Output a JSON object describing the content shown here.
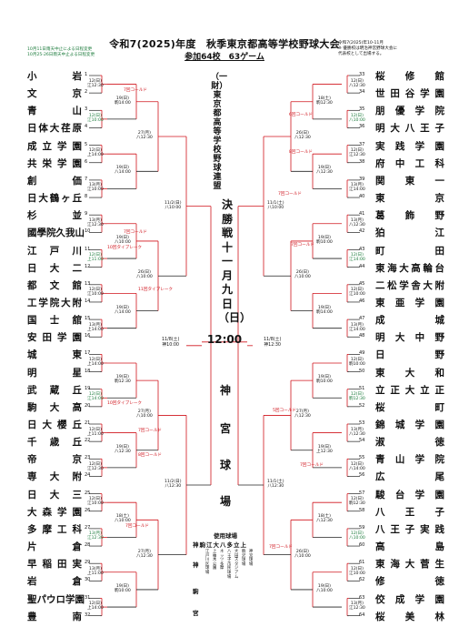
{
  "header": {
    "title": "令和7(2025)年度　秋季東京都高等学校野球大会",
    "subtitle": "参加64校　63ゲーム",
    "note_left": [
      "10月11日雨天中止による日程変更",
      "10月25-26日雨天中止よる日程変更"
    ],
    "note_right": [
      "令和7(2025)年10-11月",
      "※ 優勝校は明治神宮野球大会に",
      "代表校として出場する。"
    ]
  },
  "left_teams": [
    "小　岩",
    "文　京",
    "青　山",
    "日体大荏原",
    "成立学園",
    "共栄学園",
    "創　価",
    "日大鶴ヶ丘",
    "杉　並",
    "國學院久我山",
    "江　戸　川",
    "日　大　二",
    "都文館",
    "工学院大附",
    "国　士　舘",
    "安田学園",
    "城　東",
    "明　星",
    "武　蔵　丘",
    "駒　大　高",
    "日大櫻丘",
    "千　歳　丘",
    "帝　京",
    "専　大　附",
    "日　大　三",
    "大森学園",
    "多摩工科",
    "片　倉",
    "早稲田実",
    "岩　倉",
    "聖パウロ学園",
    "豊　南"
  ],
  "left_nums": [
    "1",
    "2",
    "3",
    "4",
    "5",
    "6",
    "7",
    "8",
    "9",
    "10",
    "11",
    "12",
    "13",
    "14",
    "15",
    "16",
    "17",
    "18",
    "19",
    "20",
    "21",
    "22",
    "23",
    "24",
    "25",
    "26",
    "27",
    "28",
    "29",
    "30",
    "31",
    "32"
  ],
  "right_teams": [
    "桜　修　館",
    "世田谷学園",
    "朋優学院",
    "明大八王子",
    "実践学園",
    "府中工科",
    "関東一",
    "東　京",
    "葛　飾　野",
    "狛　江",
    "町　田",
    "東海大高輪台",
    "二松学舎大附",
    "東亜学園",
    "成　城",
    "明大中野",
    "日　野",
    "東　大　和",
    "立正大立正",
    "桜　町",
    "錦城学園",
    "淑　徳",
    "青山学院",
    "広　尾",
    "駿台学園",
    "八　王　子",
    "八王子実践",
    "高　島",
    "東海大菅生",
    "修　徳",
    "佼成学園",
    "桜　美　林"
  ],
  "right_nums": [
    "33",
    "34",
    "35",
    "36",
    "37",
    "38",
    "39",
    "40",
    "41",
    "42",
    "43",
    "44",
    "45",
    "46",
    "47",
    "48",
    "49",
    "50",
    "51",
    "52",
    "53",
    "54",
    "55",
    "56",
    "57",
    "58",
    "59",
    "60",
    "61",
    "62",
    "63",
    "64"
  ],
  "organizer": "（一財）東京都高等学校野球連盟",
  "final": {
    "label": "決勝戦十一月九日（日）",
    "time": "12:00",
    "venue": [
      "神",
      "宮",
      "球",
      "場"
    ],
    "left_semi": [
      "11/8(土)",
      "神10:00"
    ],
    "right_semi": [
      "11/8(土)",
      "神12:30"
    ]
  },
  "left_r1": [
    [
      "12(日)",
      "江12:30"
    ],
    [
      "12(日)",
      "江10:00"
    ],
    [
      "12(日)",
      "上14:00"
    ],
    [
      "13(月)",
      "江10:00"
    ],
    [
      "13(月)",
      "江12:30"
    ],
    [
      "12(日)",
      "上11:00"
    ],
    [
      "12(日)",
      "江10:00"
    ],
    [
      "13(月)",
      "上14:00"
    ],
    [
      "12(日)",
      "上14:00"
    ],
    [
      "12(日)",
      "江14:00"
    ],
    [
      "12(日)",
      "上11:00"
    ],
    [
      "12(日)",
      "江12:30"
    ],
    [
      "12(日)",
      "江10:00"
    ],
    [
      "13(月)",
      "江12:30"
    ],
    [
      "13(月)",
      "上11:00"
    ],
    [
      "12(日)",
      "上14:00"
    ]
  ],
  "left_r2": [
    [
      "19(日)",
      "駒14:00"
    ],
    [
      "19(日)",
      "八14:00"
    ],
    [
      "19(日)",
      "八10:00"
    ],
    [
      "19(日)",
      "八14:00"
    ],
    [
      "19(日)",
      "駒12:30"
    ],
    [
      "19(日)",
      "八12:30"
    ],
    [
      "18(土)",
      "八10:00"
    ],
    [
      "19(日)",
      "駒10:00"
    ]
  ],
  "left_r3": [
    [
      "27(月)",
      "八12:30"
    ],
    [
      "26(日)",
      "八10:00"
    ],
    [
      "27(月)",
      "八10:00"
    ],
    [
      "27(月)",
      "八12:30"
    ]
  ],
  "left_qf": [
    [
      "11/2(日)",
      "八10:00"
    ],
    [
      "11/2(日)",
      "八12:30"
    ]
  ],
  "right_r1": [
    [
      "12(日)",
      "八12:30"
    ],
    [
      "12(日)",
      "八10:00"
    ],
    [
      "12(日)",
      "江12:30"
    ],
    [
      "13(月)",
      "江14:00"
    ],
    [
      "13(月)",
      "八12:30"
    ],
    [
      "12(日)",
      "江14:00"
    ],
    [
      "12(日)",
      "江10:00"
    ],
    [
      "13(月)",
      "江14:00"
    ],
    [
      "12(日)",
      "駒10:00"
    ],
    [
      "12(日)",
      "駒12:30"
    ],
    [
      "13(月)",
      "八12:30"
    ],
    [
      "12(日)",
      "八14:00"
    ],
    [
      "12(日)",
      "駒12:30"
    ],
    [
      "12(日)",
      "八10:00"
    ],
    [
      "12(日)",
      "江10:00"
    ],
    [
      "13(月)",
      "江12:30"
    ]
  ],
  "right_r2": [
    [
      "18(土)",
      "駒12:30"
    ],
    [
      "19(日)",
      "八12:30"
    ],
    [
      "19(日)",
      "駒10:00"
    ],
    [
      "19(日)",
      "駒14:00"
    ],
    [
      "19(日)",
      "駒10:00"
    ],
    [
      "19(日)",
      "上12:30"
    ],
    [
      "18(土)",
      "八12:30"
    ],
    [
      "19(日)",
      "八10:00"
    ]
  ],
  "right_r3": [
    [
      "26(日)",
      "八12:30"
    ],
    [
      "26(日)",
      "八10:00"
    ],
    [
      "27(月)",
      "八12:30"
    ],
    [
      "26(日)",
      "八10:00"
    ]
  ],
  "right_qf": [
    [
      "11/1(土)",
      "八10:00"
    ],
    [
      "11/1(土)",
      "八12:30"
    ]
  ],
  "annotations": [
    "7回コールド",
    "8回コールド",
    "10回タイブレーク",
    "11回タイブレーク",
    "6回コールド",
    "5回コールド"
  ],
  "venue_table": {
    "title": "使用球場",
    "heads": "神駒江大八多立上",
    "rows": [
      {
        "abbr": "神",
        "name": "宮"
      },
      {
        "abbr": "駒",
        "name": "駒沢"
      },
      {
        "abbr": "宮",
        "name": "沢"
      }
    ],
    "cols": [
      "江戸川区球場",
      "上柚木公園",
      "ネッツ多摩",
      "八王子市民球場",
      "大田スタジアム",
      "駒沢球場",
      "神宮球場"
    ]
  },
  "colors": {
    "win_line": "#d0141c",
    "line": "#222222",
    "green": "#1a7a3a"
  }
}
